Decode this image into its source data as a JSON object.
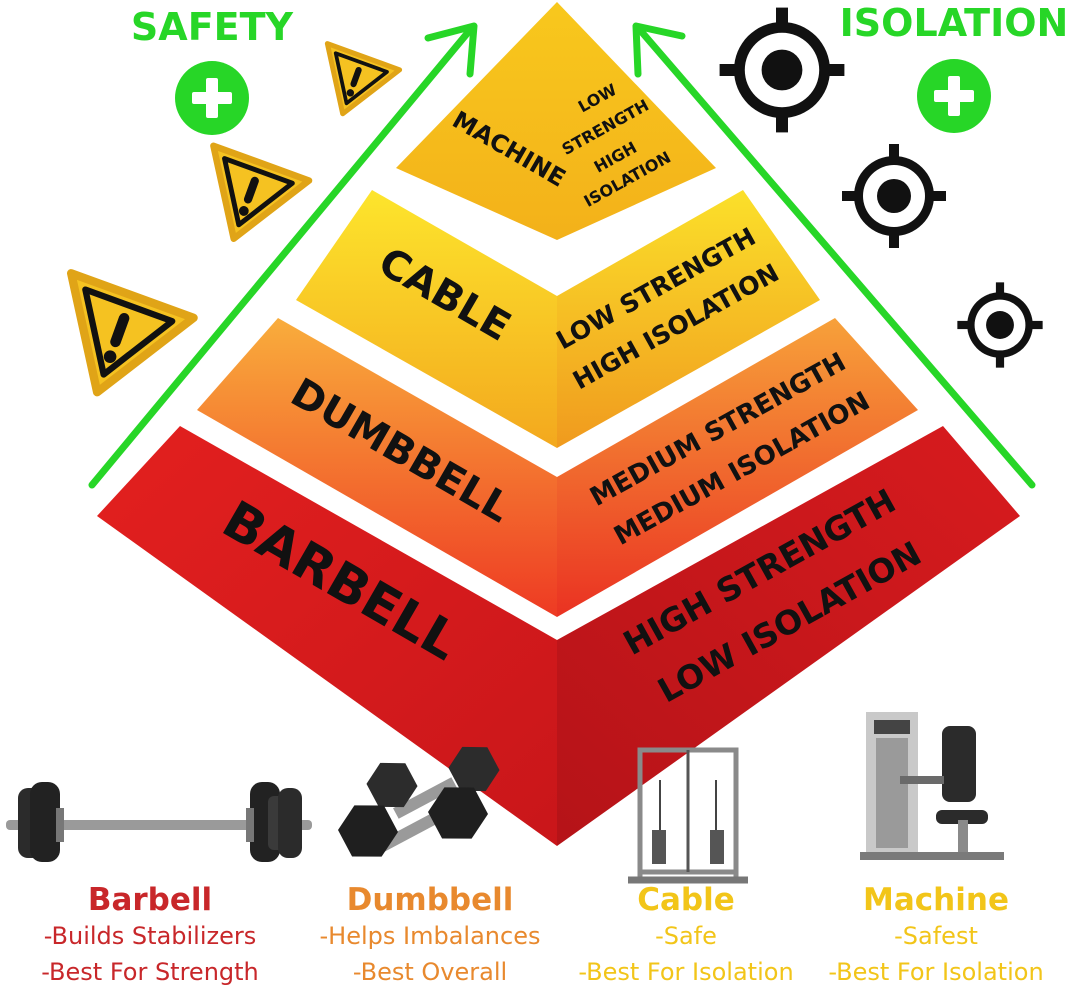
{
  "headers": {
    "safety": "SAFETY",
    "isolation": "ISOLATION",
    "accent_green": "#27d627"
  },
  "tiers": {
    "machine": {
      "name": "MACHINE",
      "desc": [
        "LOW",
        "STRENGTH",
        "HIGH",
        "ISOLATION"
      ],
      "color": "#f6c21c"
    },
    "cable": {
      "name": "CABLE",
      "desc": [
        "LOW STRENGTH",
        "HIGH ISOLATION"
      ],
      "color": "#fde22a"
    },
    "dumbbell": {
      "name": "DUMBBELL",
      "desc": [
        "MEDIUM STRENGTH",
        "MEDIUM ISOLATION"
      ],
      "color": "#f7a03a"
    },
    "barbell": {
      "name": "BARBELL",
      "desc": [
        "HIGH STRENGTH",
        "LOW ISOLATION"
      ],
      "color": "#e01d1e"
    }
  },
  "equipment": [
    {
      "title": "Barbell",
      "lines": [
        "-Builds Stabilizers",
        "-Best For Strength"
      ],
      "color": "#c8272a"
    },
    {
      "title": "Dumbbell",
      "lines": [
        "-Helps Imbalances",
        "-Best Overall"
      ],
      "color": "#e8892e"
    },
    {
      "title": "Cable",
      "lines": [
        "-Safe",
        "-Best For Isolation"
      ],
      "color": "#f2c519"
    },
    {
      "title": "Machine",
      "lines": [
        "-Safest",
        "-Best For Isolation"
      ],
      "color": "#f2c519"
    }
  ],
  "icons": {
    "warning": "warning-triangle-icon",
    "target": "crosshair-target-icon",
    "plus": "plus-circle-icon",
    "arrow": "up-arrow-icon"
  }
}
